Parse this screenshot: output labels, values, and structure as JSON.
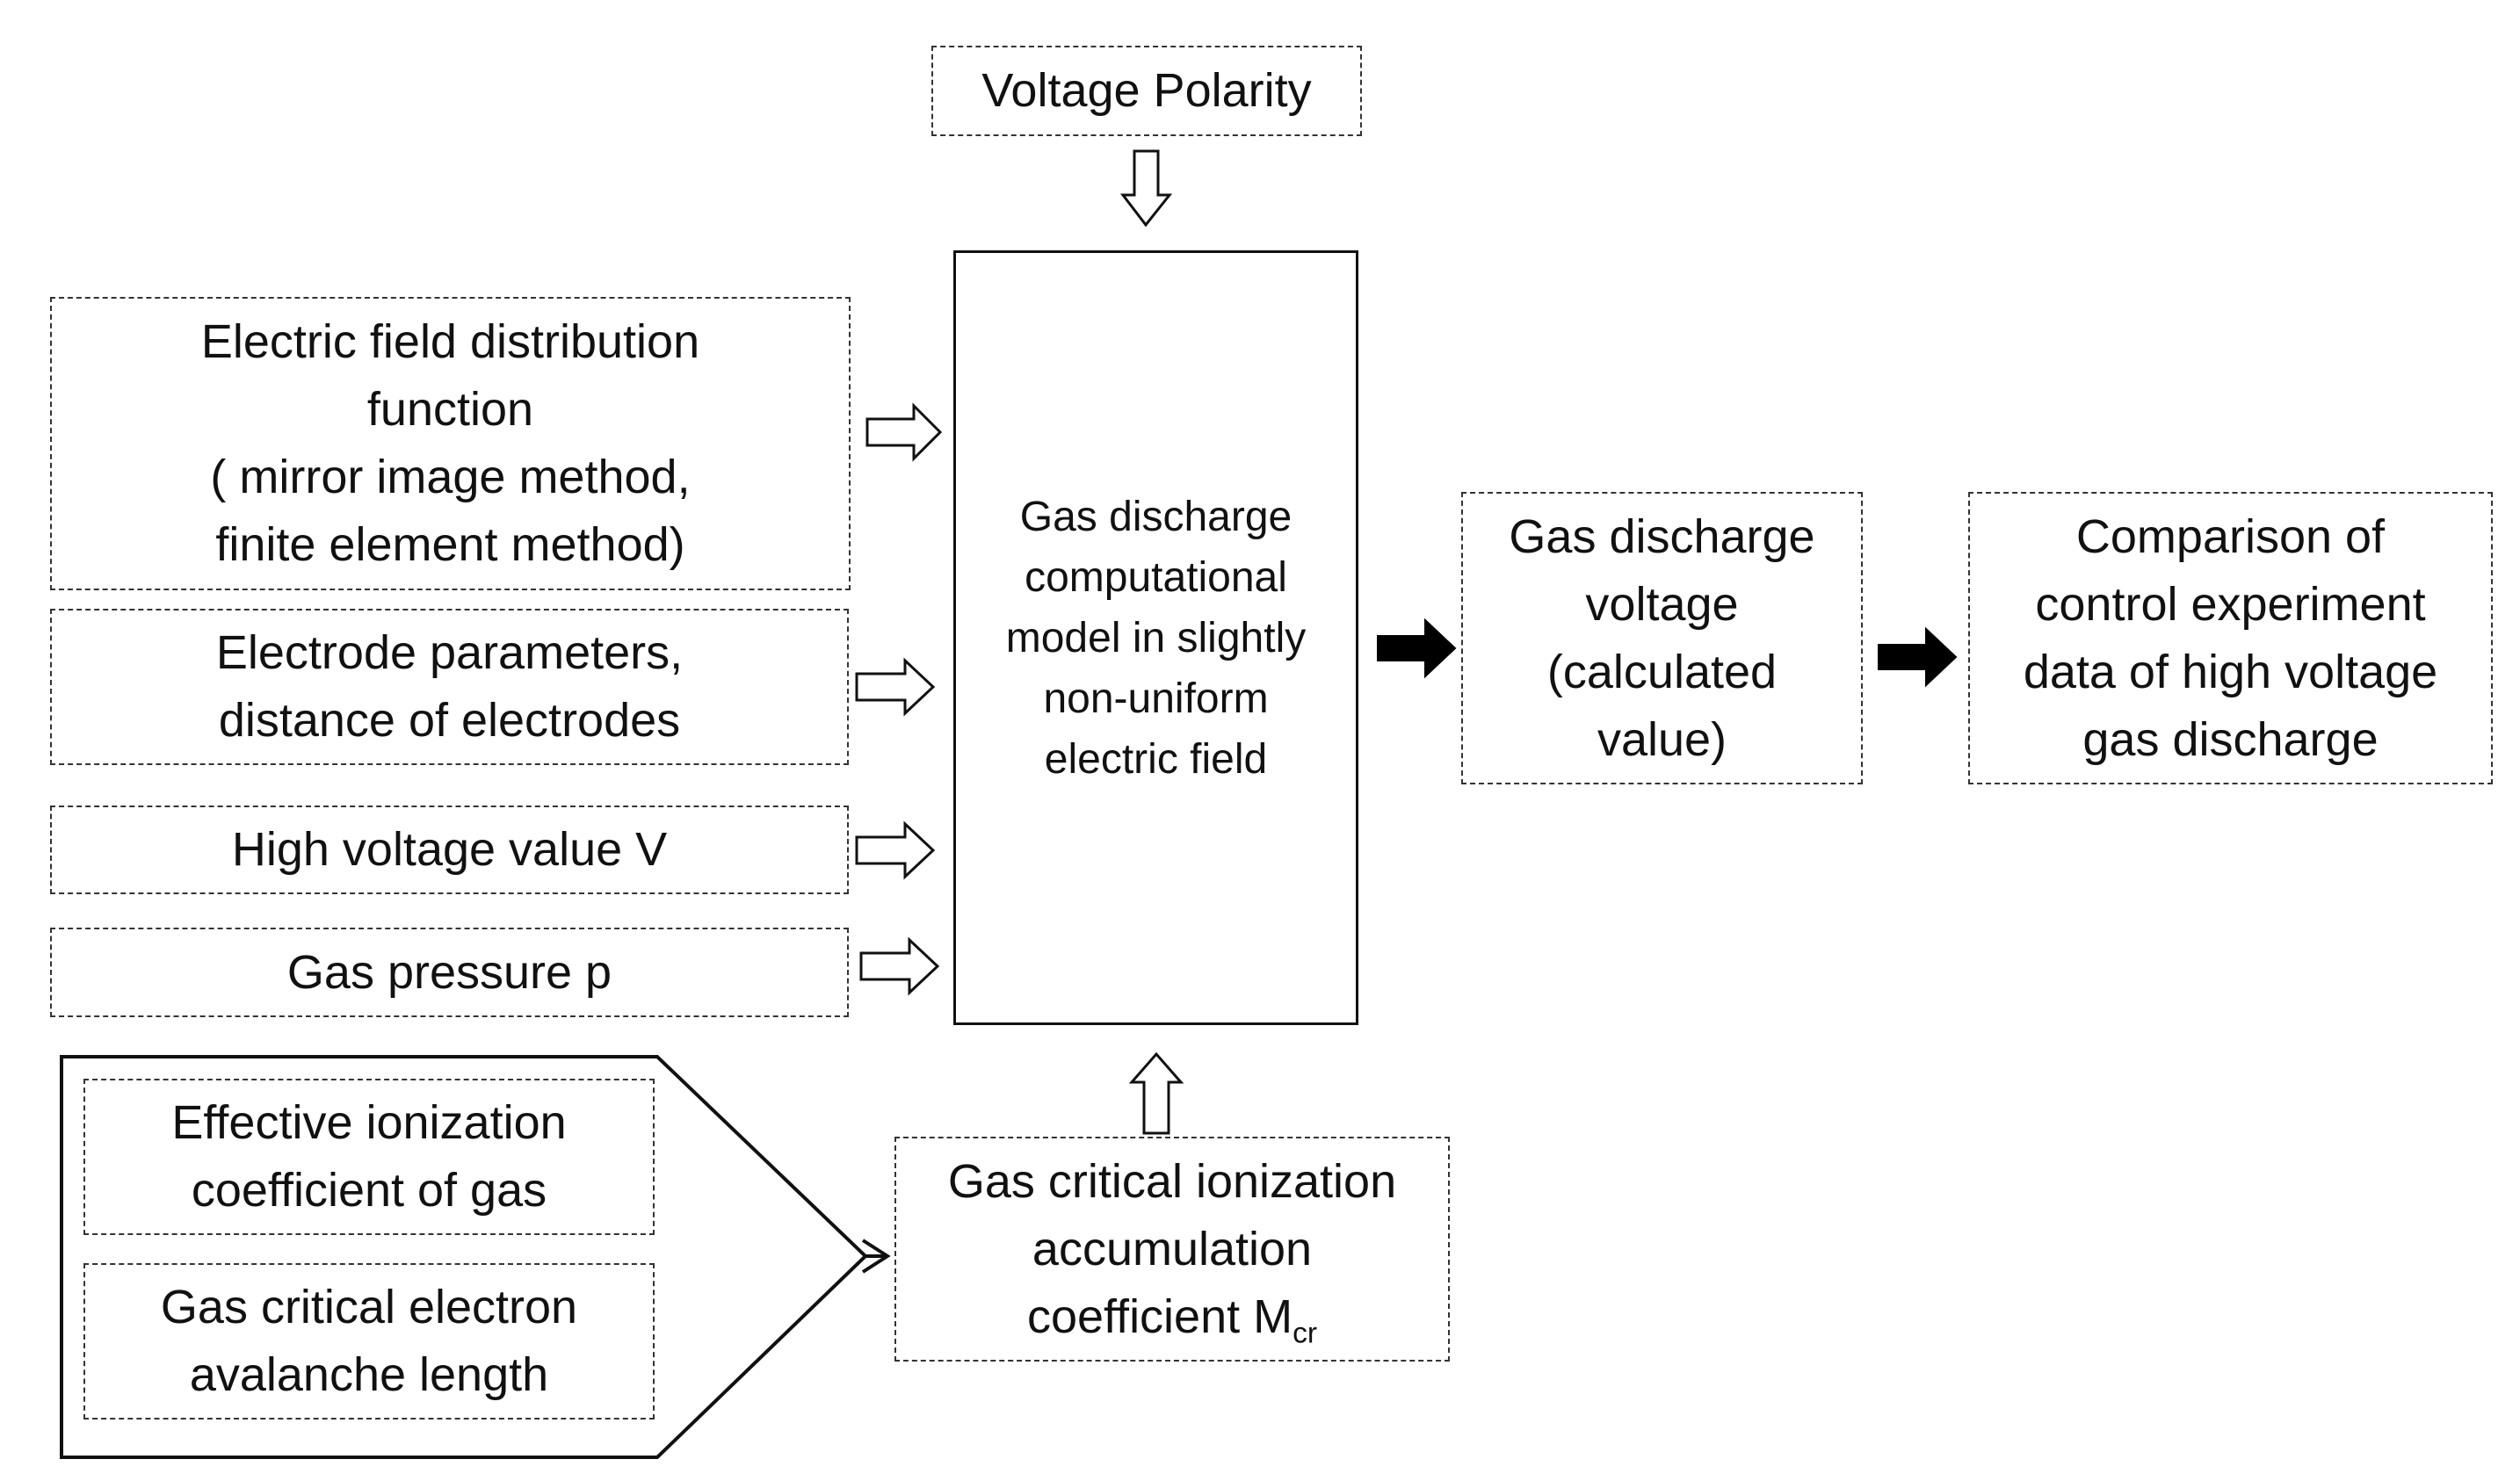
{
  "top_input": {
    "label": "Voltage Polarity"
  },
  "inputs": {
    "field_distribution": [
      "Electric field distribution",
      "function",
      "( mirror image method,",
      "finite element method)"
    ],
    "electrode": [
      "Electrode parameters,",
      "distance of electrodes"
    ],
    "voltage": "High voltage value V",
    "pressure": "Gas pressure p"
  },
  "model": [
    "Gas discharge",
    "computational",
    "model in slightly",
    "non-uniform",
    "electric field"
  ],
  "group": {
    "ionization": [
      "Effective ionization",
      "coefficient of gas"
    ],
    "avalanche": [
      "Gas critical electron",
      "avalanche length"
    ]
  },
  "accumulation": {
    "line1": "Gas critical ionization",
    "line2": "accumulation",
    "line3": "coefficient M",
    "sub": "cr"
  },
  "result": [
    "Gas discharge",
    "voltage",
    "(calculated",
    "value)"
  ],
  "comparison": [
    "Comparison of",
    "control experiment",
    "data of high voltage",
    "gas discharge"
  ],
  "colors": {
    "stroke": "#333333",
    "text": "#111111",
    "arrow_fill": "#000000"
  }
}
